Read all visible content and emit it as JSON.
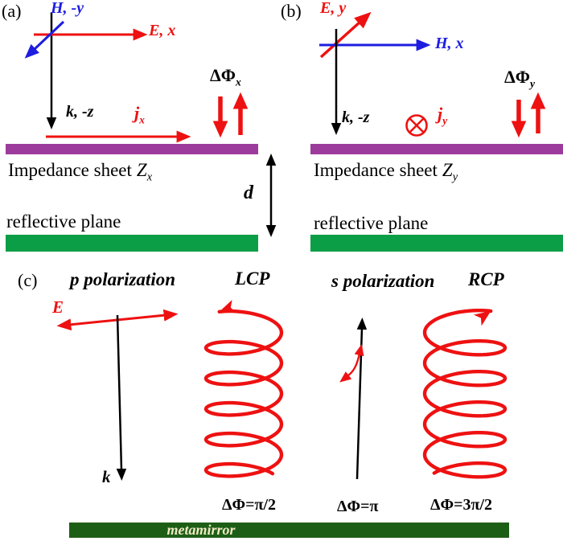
{
  "colors": {
    "red": "#ee1111",
    "blue": "#1d1de0",
    "purple": "#9d3b9d",
    "green": "#0c9e47",
    "dark_green": "#1d5e16",
    "cream_text": "#f0e9c4",
    "black": "#000000"
  },
  "panel_a": {
    "tag": "(a)",
    "h_vector": "H, -y",
    "e_vector": "E, x",
    "k_vector": "k, -z",
    "current_base": "j",
    "current_sub": "x",
    "phase_base": "ΔΦ",
    "phase_sub": "x",
    "sheet_text": "Impedance sheet",
    "sheet_symbol": "Z",
    "sheet_sub": "x",
    "plane_text": "reflective plane"
  },
  "panel_b": {
    "tag": "(b)",
    "e_vector": "E, y",
    "h_vector": "H, x",
    "k_vector": "k, -z",
    "current_base": "j",
    "current_sub": "y",
    "phase_base": "ΔΦ",
    "phase_sub": "y",
    "sheet_text": "Impedance sheet",
    "sheet_symbol": "Z",
    "sheet_sub": "y",
    "plane_text": "reflective plane"
  },
  "spacer": {
    "d_label": "d"
  },
  "panel_c": {
    "tag": "(c)",
    "p_pol_title": "p polarization",
    "lcp_title": "LCP",
    "s_pol_title": "s polarization",
    "rcp_title": "RCP",
    "e_label": "E",
    "k_label": "k",
    "phase_lcp": "ΔΦ=π/2",
    "phase_s": "ΔΦ=π",
    "phase_rcp": "ΔΦ=3π/2",
    "mirror_label": "metamirror"
  }
}
